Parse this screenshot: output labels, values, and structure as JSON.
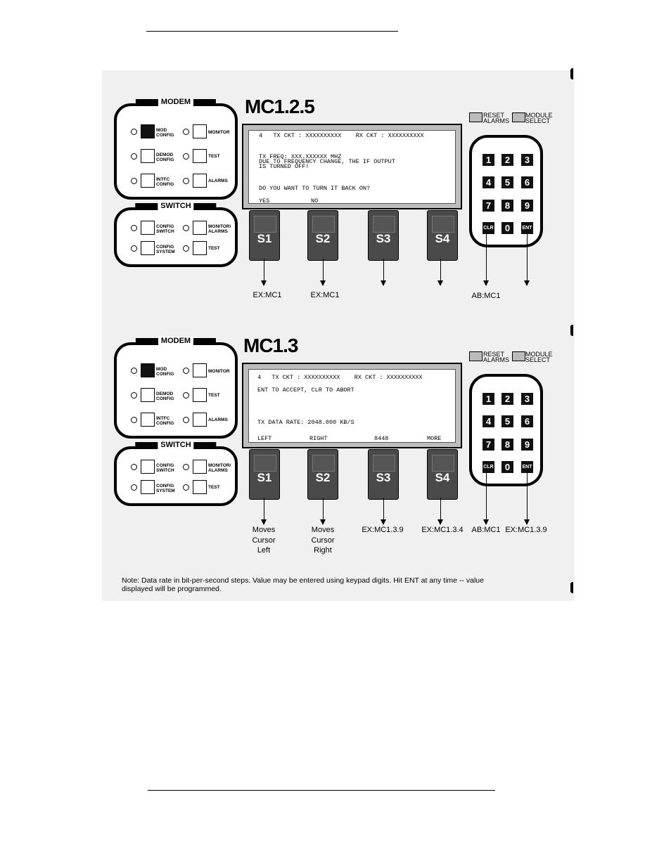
{
  "screens": [
    {
      "title": "MC1.2.5",
      "modem": {
        "heading": "MODEM",
        "buttons": [
          "MOD\nCONFIG",
          "MONITOR",
          "DEMOD\nCONFIG",
          "TEST",
          "INTFC\nCONFIG",
          "ALARMS"
        ]
      },
      "switch": {
        "heading": "SWITCH",
        "buttons": [
          "CONFIG\nSWITCH",
          "MONITOR/\nALARMS",
          "CONFIG\nSYSTEM",
          "TEST"
        ]
      },
      "legend": {
        "reset": "RESET\nALARMS",
        "module": "MODULE\nSELECT"
      },
      "lcd": {
        "header": "4   TX CKT : XXXXXXXXXX    RX CKT : XXXXXXXXXX",
        "lines": [
          "TX FREQ: XXX.XXXXXX MHZ",
          "DUE TO FREQUENCY CHANGE, THE IF OUTPUT",
          "IS TURNED OFF!",
          "DO YOU WANT TO TURN IT BACK ON?"
        ],
        "softkeys": [
          "YES",
          "NO",
          "",
          ""
        ]
      },
      "softkeys": [
        "S1",
        "S2",
        "S3",
        "S4"
      ],
      "keypad": [
        "1",
        "2",
        "3",
        "4",
        "5",
        "6",
        "7",
        "8",
        "9",
        "CLR",
        "0",
        "ENT"
      ],
      "captions": {
        "s1": "EX:MC1",
        "s2": "EX:MC1",
        "s3": "",
        "s4": "",
        "clr": "AB:MC1",
        "ent": ""
      }
    },
    {
      "title": "MC1.3",
      "modem": {
        "heading": "MODEM",
        "buttons": [
          "MOD\nCONFIG",
          "MONITOR",
          "DEMOD\nCONFIG",
          "TEST",
          "INTFC\nCONFIG",
          "ALARMS"
        ]
      },
      "switch": {
        "heading": "SWITCH",
        "buttons": [
          "CONFIG\nSWITCH",
          "MONITOR/\nALARMS",
          "CONFIG\nSYSTEM",
          "TEST"
        ]
      },
      "legend": {
        "reset": "RESET\nALARMS",
        "module": "MODULE\nSELECT"
      },
      "lcd": {
        "header": "4   TX CKT : XXXXXXXXXX    RX CKT : XXXXXXXXXX",
        "lines": [
          "ENT TO ACCEPT, CLR TO ABORT",
          "TX DATA RATE: 2048.000 KB/S"
        ],
        "softkeys": [
          "LEFT",
          "RIGHT",
          "8448",
          "MORE"
        ]
      },
      "softkeys": [
        "S1",
        "S2",
        "S3",
        "S4"
      ],
      "keypad": [
        "1",
        "2",
        "3",
        "4",
        "5",
        "6",
        "7",
        "8",
        "9",
        "CLR",
        "0",
        "ENT"
      ],
      "captions": {
        "s1": "Moves\nCursor\nLeft",
        "s2": "Moves\nCursor\nRight",
        "s3": "EX:MC1.3.9",
        "s4": "EX:MC1.3.4",
        "clr": "AB:MC1",
        "ent": "EX:MC1.3.9"
      }
    }
  ],
  "note": "Note:   Data rate in bit-per-second steps. Value may be entered using keypad digits. Hit ENT at any time -- value displayed will be programmed."
}
